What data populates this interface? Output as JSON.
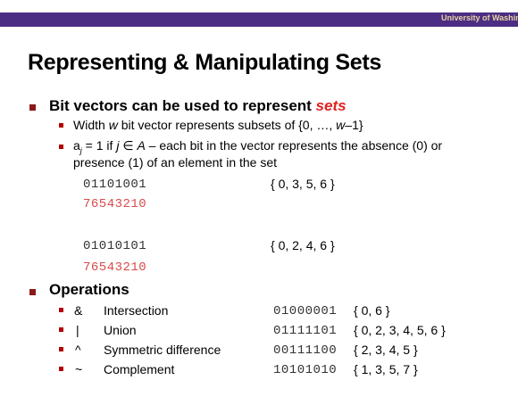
{
  "header": {
    "brand": "University of Washington"
  },
  "title": "Representing & Manipulating Sets",
  "bullet1": {
    "lead": "Bit vectors can be used to represent ",
    "emph": "sets",
    "sub1_pre": "Width ",
    "sub1_w": "w",
    "sub1_mid": " bit vector represents subsets of {0, …, ",
    "sub1_w2": "w",
    "sub1_post": "–1}",
    "sub2_a": "a",
    "sub2_j": "j",
    "sub2_eq": " = 1 if ",
    "sub2_jj": "j",
    "sub2_in": " ∈ ",
    "sub2_A": "A",
    "sub2_rest": "  –  each bit in the vector represents the absence (0) or",
    "sub2_line2": "presence (1) of an element in the set"
  },
  "examples": [
    {
      "bits": "01101001",
      "index": "76543210",
      "set": "{ 0, 3, 5, 6 }"
    },
    {
      "bits": "01010101",
      "index": "76543210",
      "set": "{ 0, 2, 4, 6 }"
    }
  ],
  "operations": {
    "heading": "Operations",
    "items": [
      {
        "symbol": "&",
        "name": "Intersection",
        "bits": "01000001",
        "set": "{ 0, 6 }"
      },
      {
        "symbol": "|",
        "name": "Union",
        "bits": "01111101",
        "set": "{ 0, 2, 3, 4, 5, 6 }"
      },
      {
        "symbol": "^",
        "name": "Symmetric difference",
        "bits": "00111100",
        "set": "{ 2, 3, 4, 5 }"
      },
      {
        "symbol": "~",
        "name": "Complement",
        "bits": "10101010",
        "set": "{ 1, 3, 5, 7 }"
      }
    ]
  },
  "colors": {
    "header_bar": "#4b2e83",
    "brand_text": "#e8d3a2",
    "emphasis": "#e02020",
    "index_digits": "#d94a4a",
    "bullets": "#8b1a1a"
  }
}
